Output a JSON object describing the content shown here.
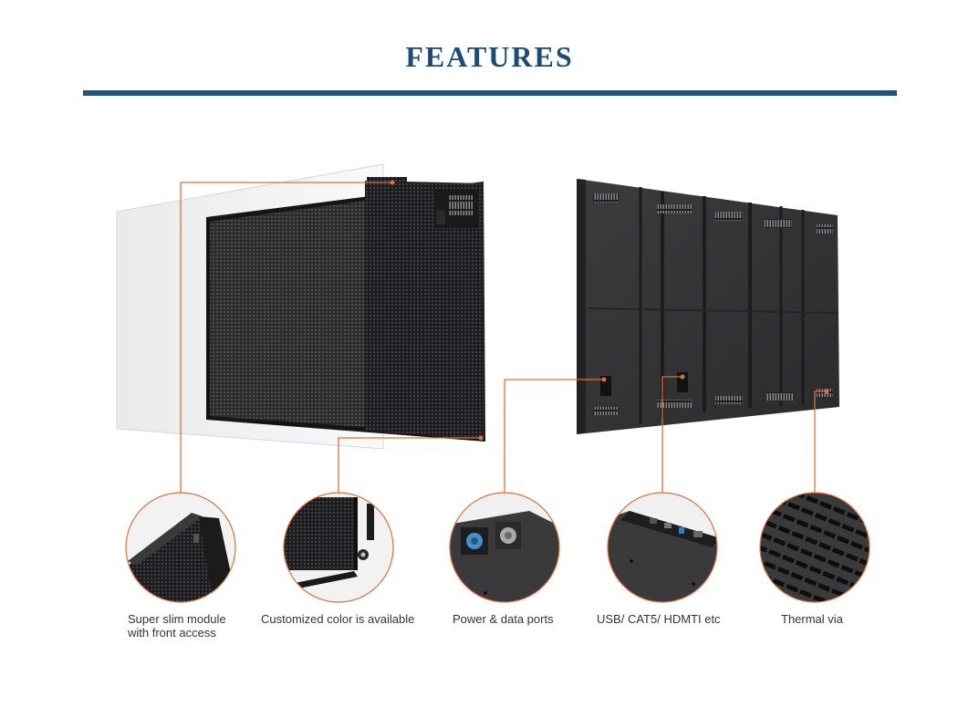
{
  "header": {
    "title": "FEATURES",
    "accent_color": "#1e4a76",
    "leader_color": "#e0703a"
  },
  "features": [
    {
      "caption": "Super slim module\nwith front access",
      "icon": "slim-module-detail"
    },
    {
      "caption": "Customized color is available",
      "icon": "color-frame-detail"
    },
    {
      "caption": "Power & data ports",
      "icon": "power-port-detail"
    },
    {
      "caption": "USB/ CAT5/ HDMTI etc",
      "icon": "usb-port-detail"
    },
    {
      "caption": "Thermal via",
      "icon": "thermal-vent-detail"
    }
  ]
}
